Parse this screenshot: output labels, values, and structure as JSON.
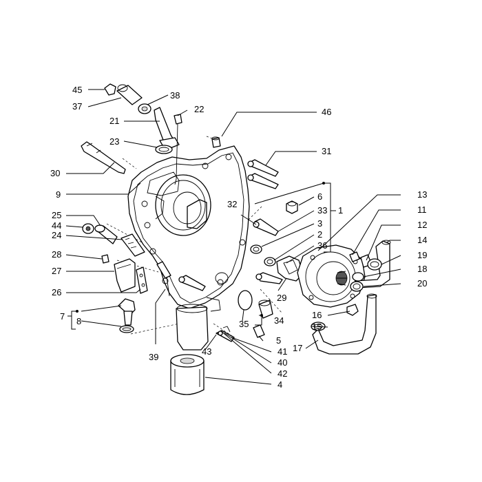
{
  "labels": {
    "l45": "45",
    "l38": "38",
    "l37": "37",
    "l22": "22",
    "l21": "21",
    "l46": "46",
    "l23": "23",
    "l31": "31",
    "l30": "30",
    "l9": "9",
    "l13": "13",
    "l6": "6",
    "l1": "1",
    "l11": "11",
    "l32": "32",
    "l33": "33",
    "l25": "25",
    "l3": "3",
    "l12": "12",
    "l44": "44",
    "l2": "2",
    "l24": "24",
    "l36": "36",
    "l14": "14",
    "l28": "28",
    "l19": "19",
    "l27": "27",
    "l18": "18",
    "l20": "20",
    "l26": "26",
    "l29": "29",
    "l7": "7",
    "l16": "16",
    "l35": "35",
    "l34": "34",
    "l15": "15",
    "l8": "8",
    "l5": "5",
    "l17": "17",
    "l43": "43",
    "l41": "41",
    "l39": "39",
    "l40": "40",
    "l42": "42",
    "l4": "4"
  },
  "colors": {
    "line": "#000000",
    "background": "#ffffff",
    "shade": "#d9d9d9"
  }
}
